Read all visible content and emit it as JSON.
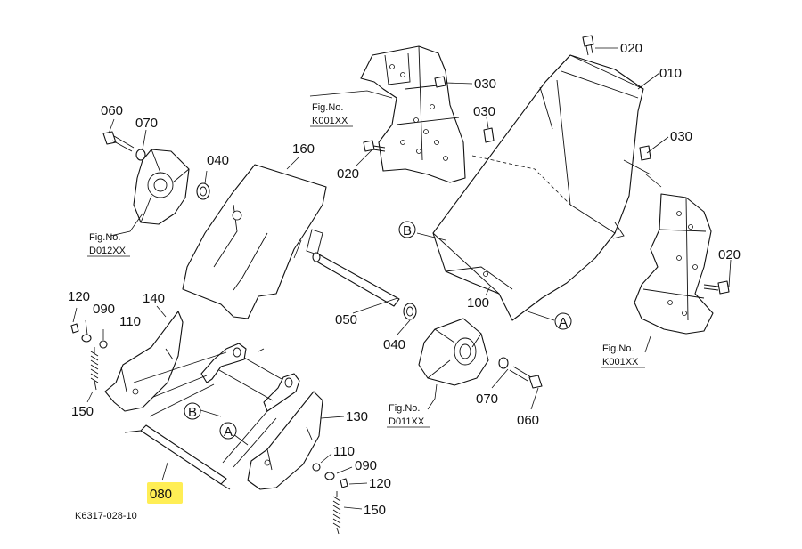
{
  "figure": {
    "code": "K6317-028-10",
    "highlight_color": "#ffee55"
  },
  "parts": {
    "p010": "010",
    "p020a": "020",
    "p020b": "020",
    "p020c": "020",
    "p030a": "030",
    "p030b": "030",
    "p030c": "030",
    "p040a": "040",
    "p040b": "040",
    "p050": "050",
    "p060a": "060",
    "p060b": "060",
    "p070a": "070",
    "p070b": "070",
    "p080": "080",
    "p090a": "090",
    "p090b": "090",
    "p100": "100",
    "p110a": "110",
    "p110b": "110",
    "p120a": "120",
    "p120b": "120",
    "p130": "130",
    "p140": "140",
    "p150a": "150",
    "p150b": "150",
    "p160": "160"
  },
  "markers": {
    "a1": "A",
    "a2": "A",
    "b1": "B",
    "b2": "B"
  },
  "refs": {
    "k001_top_title": "Fig.No.",
    "k001_top_code": "K001XX",
    "k001_right_title": "Fig.No.",
    "k001_right_code": "K001XX",
    "d012_title": "Fig.No.",
    "d012_code": "D012XX",
    "d011_title": "Fig.No.",
    "d011_code": "D011XX"
  }
}
